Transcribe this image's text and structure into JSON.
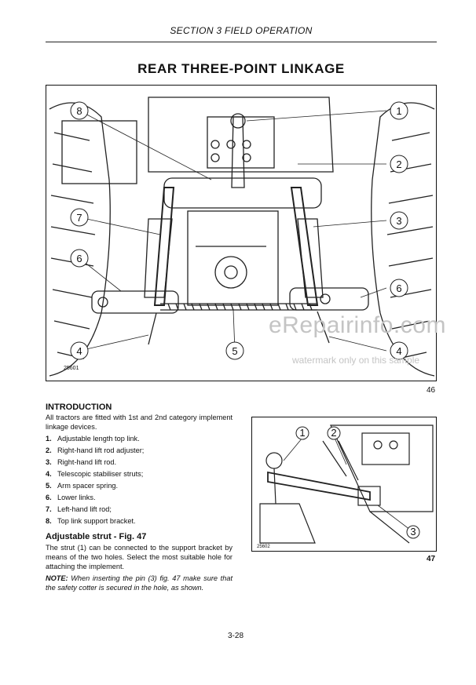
{
  "header": {
    "section": "SECTION 3 FIELD OPERATION"
  },
  "title": "REAR THREE-POINT LINKAGE",
  "figure_main": {
    "number": "46",
    "code": "25601",
    "callouts": [
      "1",
      "2",
      "3",
      "4",
      "5",
      "6",
      "6",
      "7",
      "8",
      "4"
    ]
  },
  "intro": {
    "heading": "INTRODUCTION",
    "text": "All tractors are fitted with 1st and 2nd category implement linkage devices.",
    "items": [
      {
        "num": "1.",
        "text": "Adjustable length top link."
      },
      {
        "num": "2.",
        "text": "Right-hand lift rod adjuster;"
      },
      {
        "num": "3.",
        "text": "Right-hand lift rod."
      },
      {
        "num": "4.",
        "text": "Telescopic stabiliser struts;"
      },
      {
        "num": "5.",
        "text": "Arm spacer spring."
      },
      {
        "num": "6.",
        "text": "Lower links."
      },
      {
        "num": "7.",
        "text": "Left-hand lift rod;"
      },
      {
        "num": "8.",
        "text": "Top link support bracket."
      }
    ]
  },
  "adjustable": {
    "heading": "Adjustable strut - Fig. 47",
    "text": "The strut (1) can be connected to the support bracket by means of the two holes. Select the most suitable hole for attaching the implement.",
    "note_label": "NOTE:",
    "note_text": " When inserting the pin (3) fig. 47 make sure that the safety cotter is secured in the hole, as shown."
  },
  "figure_small": {
    "number": "47",
    "code": "25602",
    "callouts": [
      "1",
      "2",
      "3"
    ]
  },
  "watermark": {
    "line1": "eRepairinfo.com",
    "line2": "watermark only on this sample"
  },
  "page_number": "3-28"
}
